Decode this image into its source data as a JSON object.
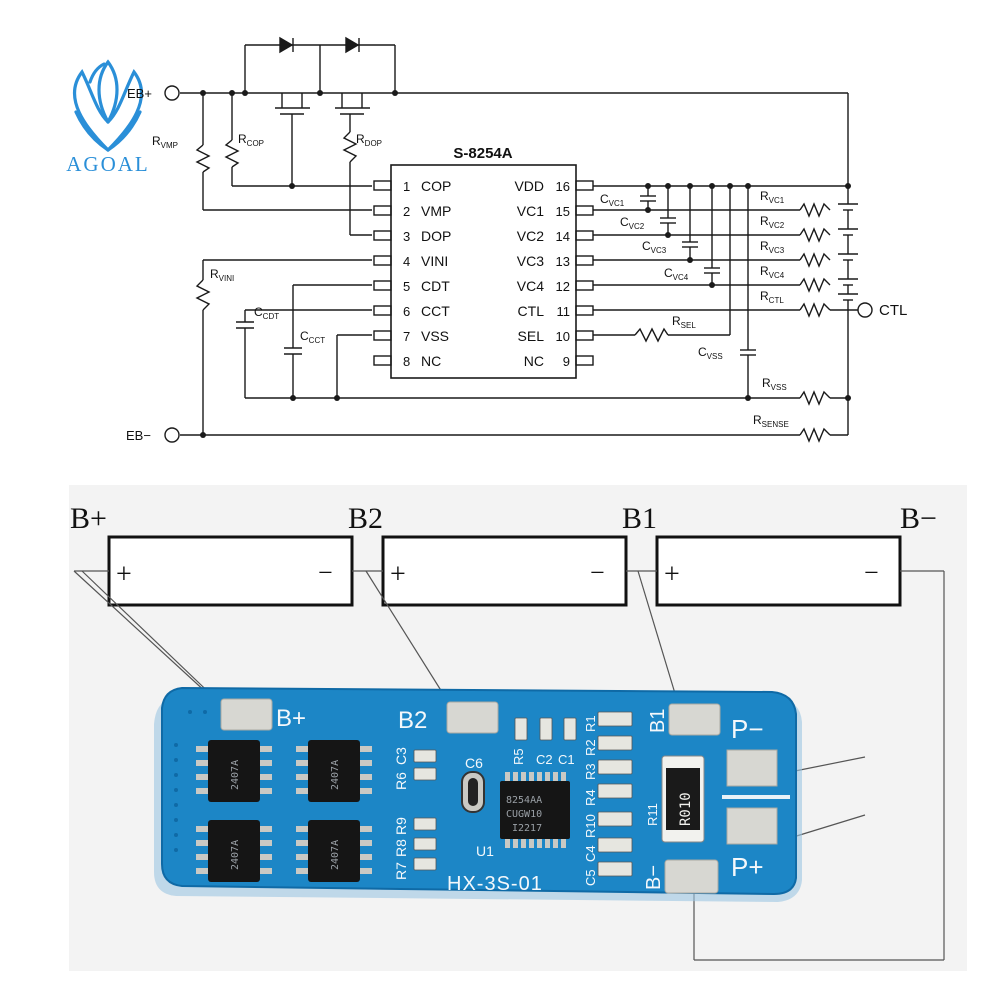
{
  "logo": {
    "name": "AGOAL"
  },
  "schematic": {
    "ic_name": "S-8254A",
    "terminals": {
      "eb_plus": "EB+",
      "eb_minus": "EB−",
      "ctl": "CTL"
    },
    "left_pins": [
      {
        "num": "1",
        "name": "COP"
      },
      {
        "num": "2",
        "name": "VMP"
      },
      {
        "num": "3",
        "name": "DOP"
      },
      {
        "num": "4",
        "name": "VINI"
      },
      {
        "num": "5",
        "name": "CDT"
      },
      {
        "num": "6",
        "name": "CCT"
      },
      {
        "num": "7",
        "name": "VSS"
      },
      {
        "num": "8",
        "name": "NC"
      }
    ],
    "right_pins": [
      {
        "num": "16",
        "name": "VDD"
      },
      {
        "num": "15",
        "name": "VC1"
      },
      {
        "num": "14",
        "name": "VC2"
      },
      {
        "num": "13",
        "name": "VC3"
      },
      {
        "num": "12",
        "name": "VC4"
      },
      {
        "num": "11",
        "name": "CTL"
      },
      {
        "num": "10",
        "name": "SEL"
      },
      {
        "num": "9",
        "name": "NC"
      }
    ],
    "components": {
      "r_vmp": {
        "main": "R",
        "sub": "VMP"
      },
      "r_cop": {
        "main": "R",
        "sub": "COP"
      },
      "r_dop": {
        "main": "R",
        "sub": "DOP"
      },
      "r_vini": {
        "main": "R",
        "sub": "VINI"
      },
      "c_cdt": {
        "main": "C",
        "sub": "CDT"
      },
      "c_cct": {
        "main": "C",
        "sub": "CCT"
      },
      "c_vc1": {
        "main": "C",
        "sub": "VC1"
      },
      "c_vc2": {
        "main": "C",
        "sub": "VC2"
      },
      "c_vc3": {
        "main": "C",
        "sub": "VC3"
      },
      "c_vc4": {
        "main": "C",
        "sub": "VC4"
      },
      "r_sel": {
        "main": "R",
        "sub": "SEL"
      },
      "c_vss": {
        "main": "C",
        "sub": "VSS"
      },
      "r_vc1": {
        "main": "R",
        "sub": "VC1"
      },
      "r_vc2": {
        "main": "R",
        "sub": "VC2"
      },
      "r_vc3": {
        "main": "R",
        "sub": "VC3"
      },
      "r_vc4": {
        "main": "R",
        "sub": "VC4"
      },
      "r_ctl": {
        "main": "R",
        "sub": "CTL"
      },
      "r_vss": {
        "main": "R",
        "sub": "VSS"
      },
      "r_sense": {
        "main": "R",
        "sub": "SENSE"
      }
    }
  },
  "wiring": {
    "node_labels": {
      "b_plus": "B+",
      "b2": "B2",
      "b1": "B1",
      "b_minus": "B−"
    },
    "cell_plus": "+",
    "cell_minus": "−"
  },
  "pcb": {
    "model": "HX-3S-01",
    "pads": {
      "b_plus": "B+",
      "b2": "B2",
      "b1": "B1",
      "b_minus": "B−",
      "p_minus": "P−",
      "p_plus": "P+"
    },
    "refs": {
      "c6": "C6",
      "u1": "U1",
      "r5": "R5",
      "c2": "C2",
      "c1": "C1",
      "c3": "C3",
      "r6": "R6",
      "r9": "R9",
      "r8": "R8",
      "r7": "R7",
      "r1": "R1",
      "r2": "R2",
      "r3": "R3",
      "r4": "R4",
      "r10": "R10",
      "c4": "C4",
      "c5": "C5",
      "r11": "R11"
    },
    "shunt_marking": "R010",
    "ic_marking": [
      "8254AA",
      "CUGW10",
      "I2217"
    ],
    "mosfet_marking": "2407A"
  },
  "colors": {
    "pcb_blue": "#1c86c6",
    "pcb_edge": "#0f6aa6",
    "pad_metal": "#d7d7d2",
    "photo_bg": "#f3f3f3",
    "logo_blue": "#2a8fd8"
  }
}
